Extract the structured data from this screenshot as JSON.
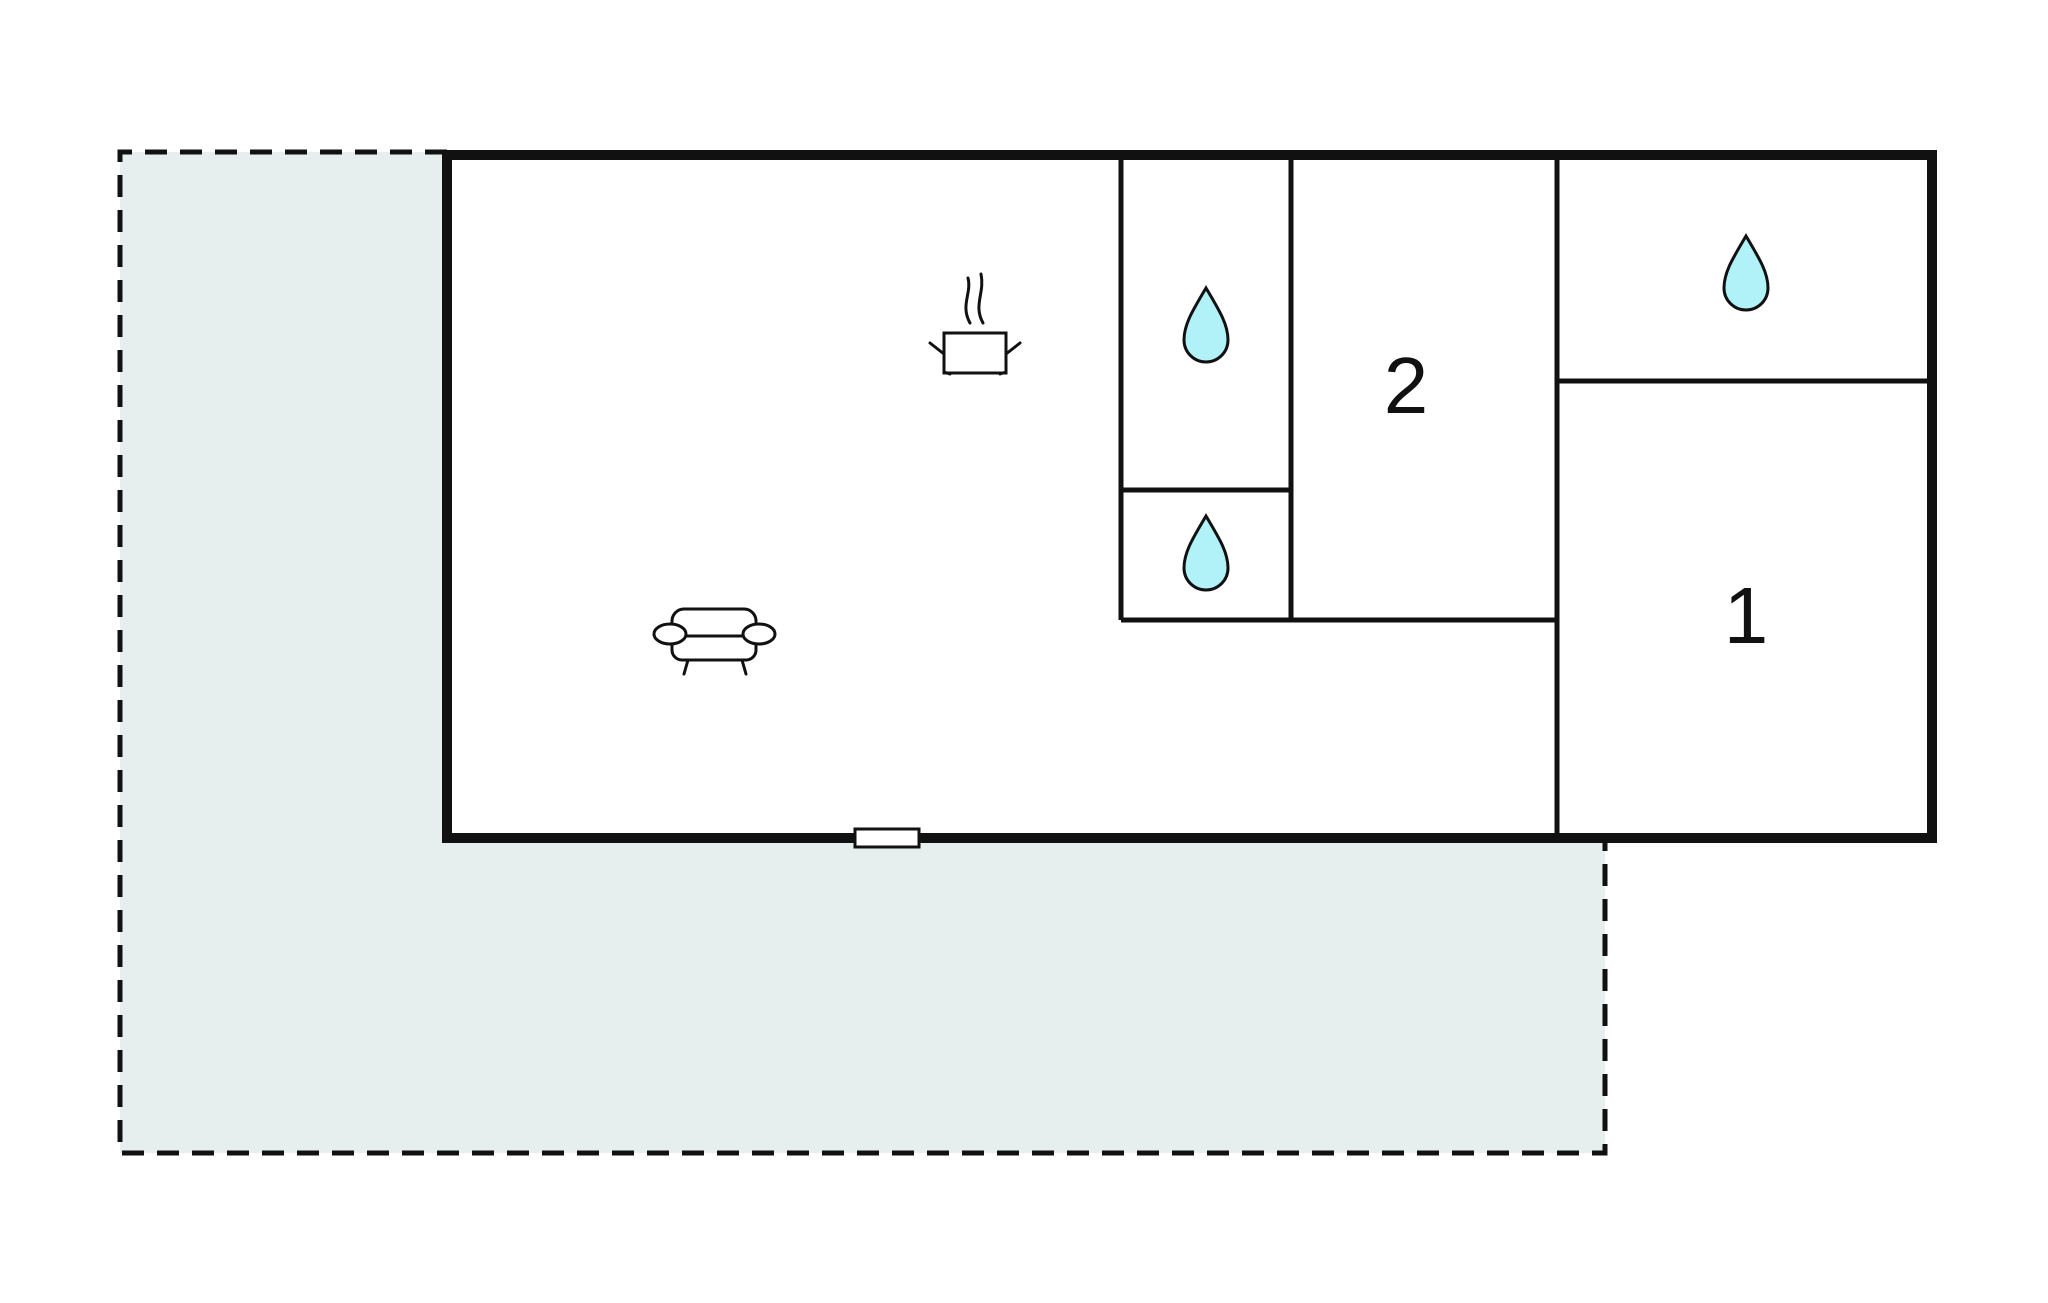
{
  "floorplan": {
    "rooms": [
      {
        "id": "bedroom-2",
        "label": "2"
      },
      {
        "id": "bedroom-1",
        "label": "1"
      }
    ],
    "icons": [
      {
        "name": "kitchen-pot-icon",
        "room": "living-kitchen"
      },
      {
        "name": "sofa-icon",
        "room": "living-kitchen"
      },
      {
        "name": "water-drop-icon",
        "room": "bathroom-upper"
      },
      {
        "name": "water-drop-icon",
        "room": "bathroom-lower"
      },
      {
        "name": "water-drop-icon",
        "room": "bathroom-right"
      }
    ],
    "colors": {
      "wall": "#111111",
      "terrace": "#e6eeee",
      "water": "#b0f2f8",
      "background": "#ffffff"
    }
  }
}
